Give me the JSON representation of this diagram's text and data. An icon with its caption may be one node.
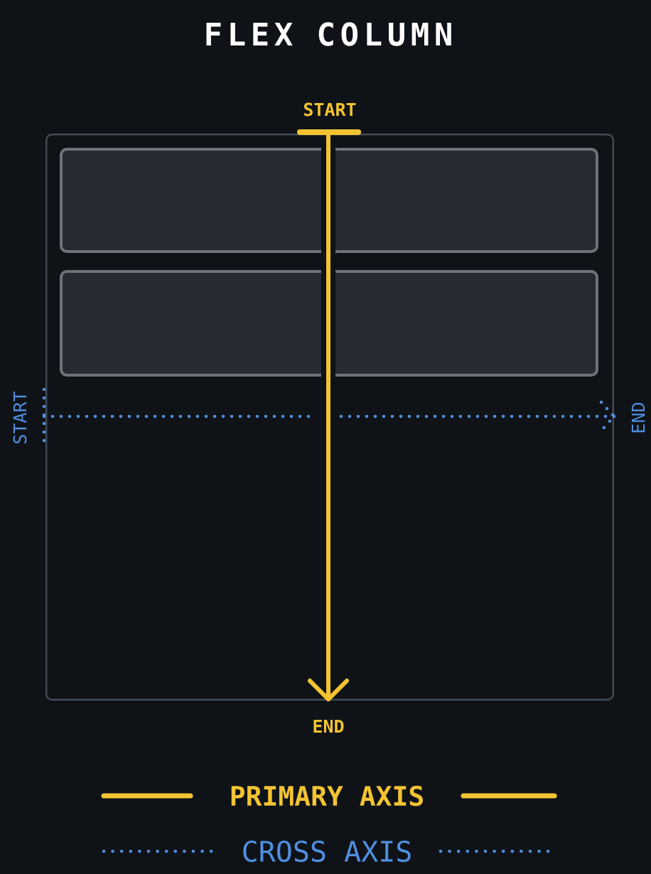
{
  "diagram": {
    "title": "FLEX COLUMN",
    "nodes": [
      {
        "text": [],
        "shape": "box"
      },
      {
        "text": [],
        "shape": "box",
        "in": 0
      },
      {
        "text": [],
        "shape": "box",
        "in": 0
      }
    ],
    "labels": [
      "START",
      "START",
      "END",
      "END"
    ],
    "legend": [
      {
        "text": "PRIMARY AXIS"
      },
      {
        "text": "CROSS AXIS"
      }
    ]
  }
}
